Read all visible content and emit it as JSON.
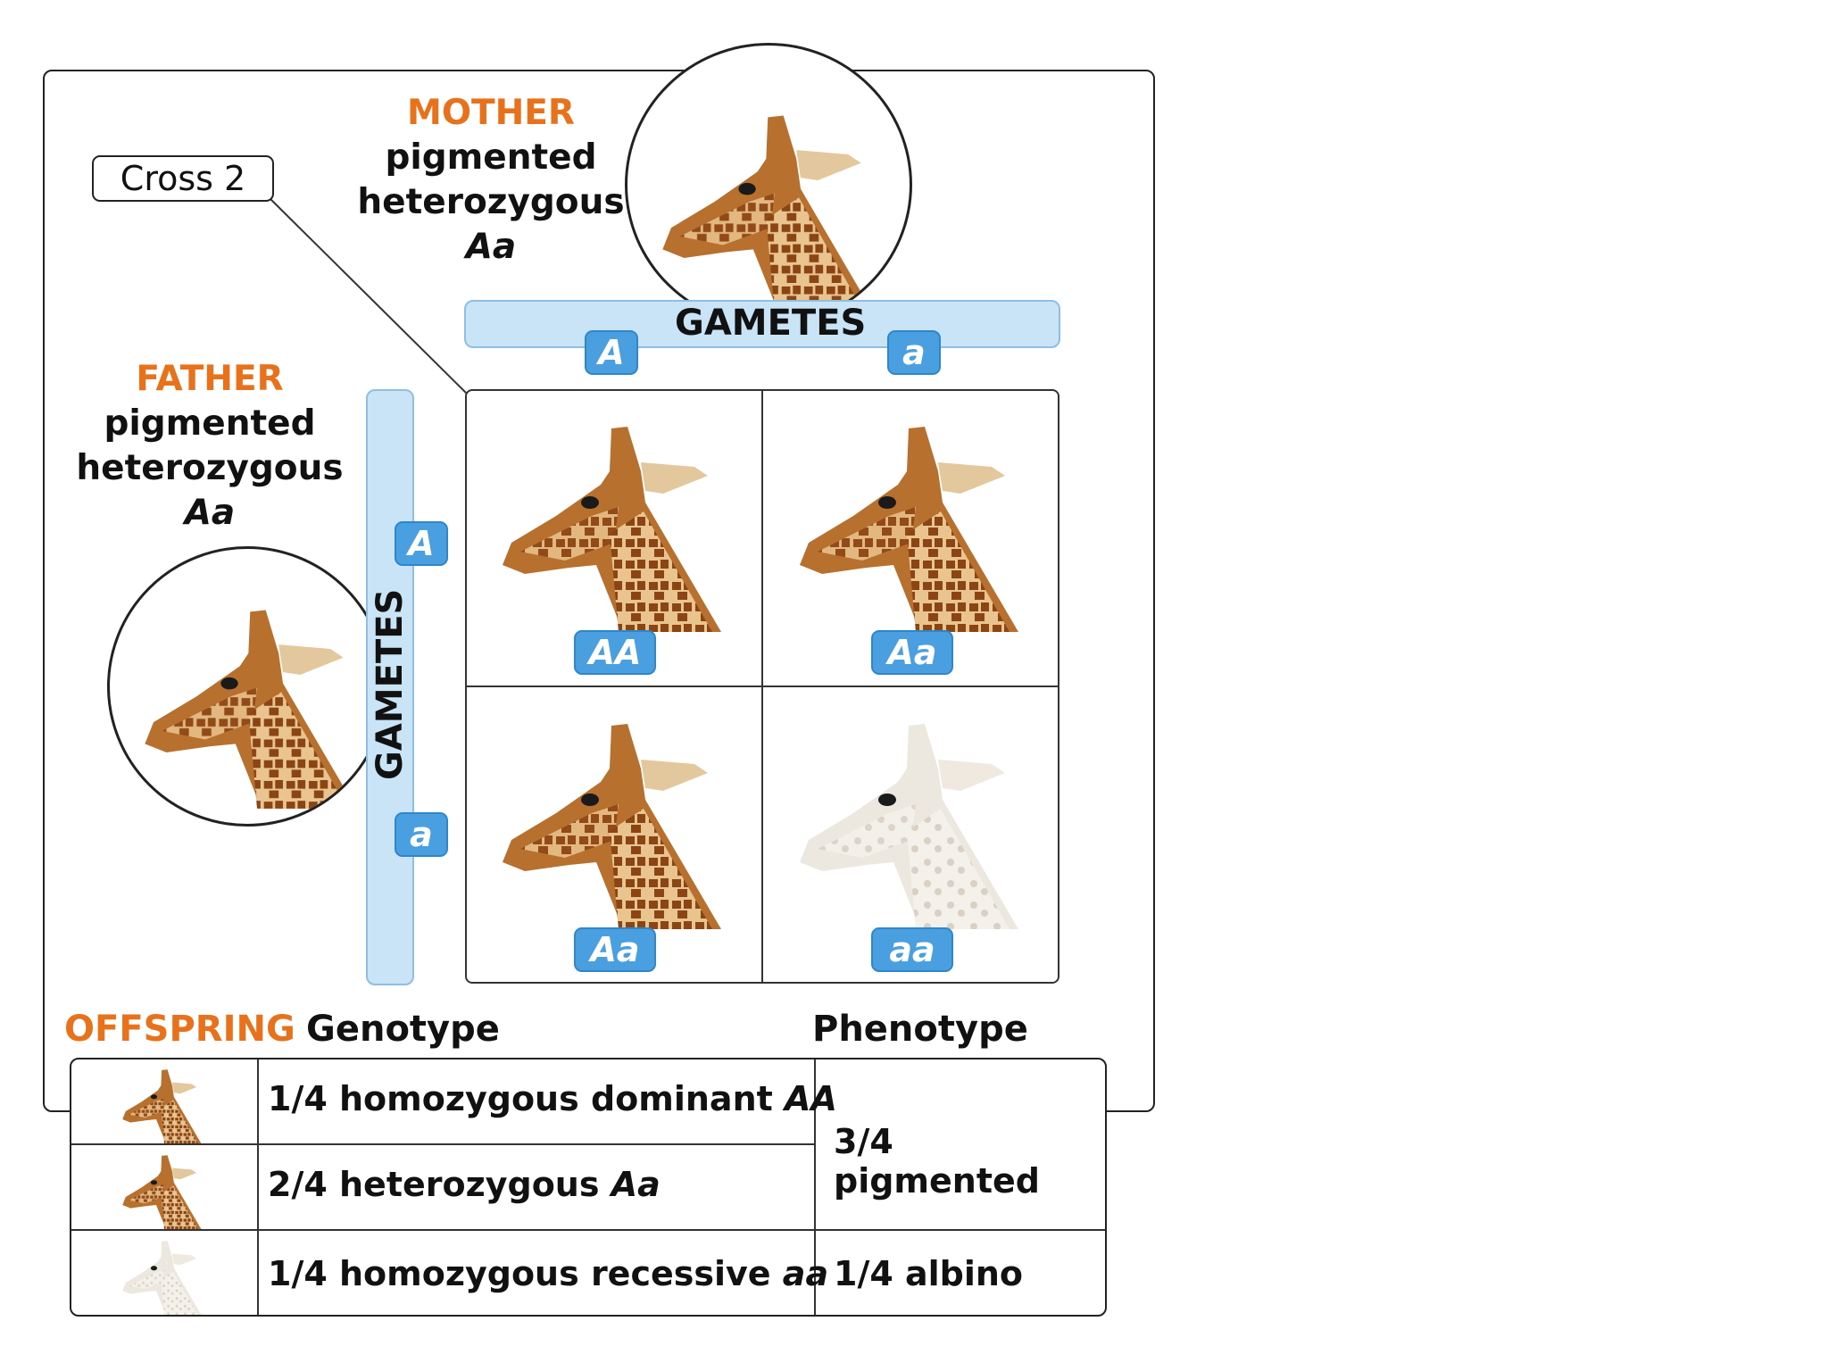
{
  "cross_label": "Cross 2",
  "mother": {
    "title": "MOTHER",
    "line1": "pigmented",
    "line2": "heterozygous",
    "genotype": "Aa"
  },
  "father": {
    "title": "FATHER",
    "line1": "pigmented",
    "line2": "heterozygous",
    "genotype": "Aa"
  },
  "gametes_label_top": "GAMETES",
  "gametes_label_side": "GAMETES",
  "mother_gametes": [
    "A",
    "a"
  ],
  "father_gametes": [
    "A",
    "a"
  ],
  "punnett": {
    "cells": [
      {
        "genotype": "AA",
        "phenotype": "pigmented"
      },
      {
        "genotype": "Aa",
        "phenotype": "pigmented"
      },
      {
        "genotype": "Aa",
        "phenotype": "pigmented"
      },
      {
        "genotype": "aa",
        "phenotype": "albino"
      }
    ]
  },
  "offspring": {
    "title": "OFFSPRING",
    "genotype_header": "Genotype",
    "phenotype_header": "Phenotype",
    "rows": [
      {
        "fraction_text": "1/4 homozygous dominant",
        "genotype": "AA"
      },
      {
        "fraction_text": "2/4 heterozygous",
        "genotype": "Aa"
      },
      {
        "fraction_text": "1/4 homozygous recessive",
        "genotype": "aa"
      }
    ],
    "phenotypes": [
      "3/4 pigmented",
      "1/4 albino"
    ]
  },
  "colors": {
    "accent_orange": "#e8721c",
    "chip_blue": "#4a9fe0",
    "bar_blue": "#c9e3f7",
    "giraffe_pigmented": "#b8702e",
    "giraffe_albino": "#ece8e0"
  }
}
